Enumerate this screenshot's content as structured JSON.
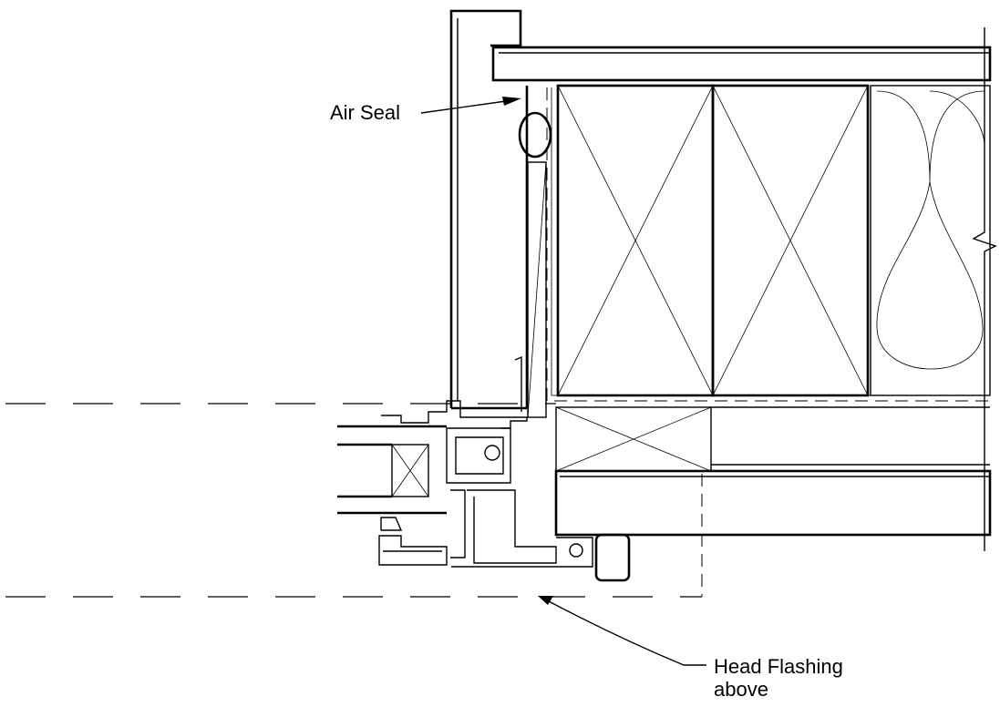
{
  "labels": {
    "air_seal": "Air Seal",
    "head_flashing_line1": "Head Flashing",
    "head_flashing_line2": "above"
  },
  "colors": {
    "line": "#000000",
    "background": "#ffffff"
  }
}
